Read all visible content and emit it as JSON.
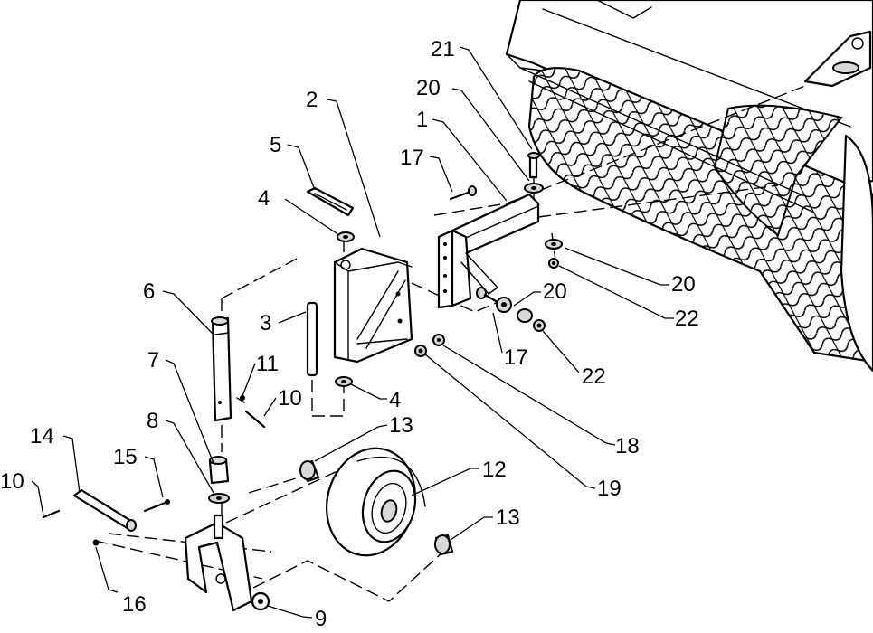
{
  "callouts": [
    {
      "id": "c21",
      "text": "21"
    },
    {
      "id": "c20a",
      "text": "20"
    },
    {
      "id": "c2",
      "text": "2"
    },
    {
      "id": "c1",
      "text": "1"
    },
    {
      "id": "c5",
      "text": "5"
    },
    {
      "id": "c17a",
      "text": "17"
    },
    {
      "id": "c4a",
      "text": "4"
    },
    {
      "id": "c6",
      "text": "6"
    },
    {
      "id": "c3",
      "text": "3"
    },
    {
      "id": "c20b",
      "text": "20"
    },
    {
      "id": "c20c",
      "text": "20"
    },
    {
      "id": "c22a",
      "text": "22"
    },
    {
      "id": "c7",
      "text": "7"
    },
    {
      "id": "c11",
      "text": "11"
    },
    {
      "id": "c17b",
      "text": "17"
    },
    {
      "id": "c22b",
      "text": "22"
    },
    {
      "id": "c10a",
      "text": "10"
    },
    {
      "id": "c4b",
      "text": "4"
    },
    {
      "id": "c8",
      "text": "8"
    },
    {
      "id": "c13a",
      "text": "13"
    },
    {
      "id": "c18",
      "text": "18"
    },
    {
      "id": "c14",
      "text": "14"
    },
    {
      "id": "c15",
      "text": "15"
    },
    {
      "id": "c12",
      "text": "12"
    },
    {
      "id": "c10b",
      "text": "10"
    },
    {
      "id": "c19",
      "text": "19"
    },
    {
      "id": "c13b",
      "text": "13"
    },
    {
      "id": "c16",
      "text": "16"
    },
    {
      "id": "c9",
      "text": "9"
    }
  ]
}
